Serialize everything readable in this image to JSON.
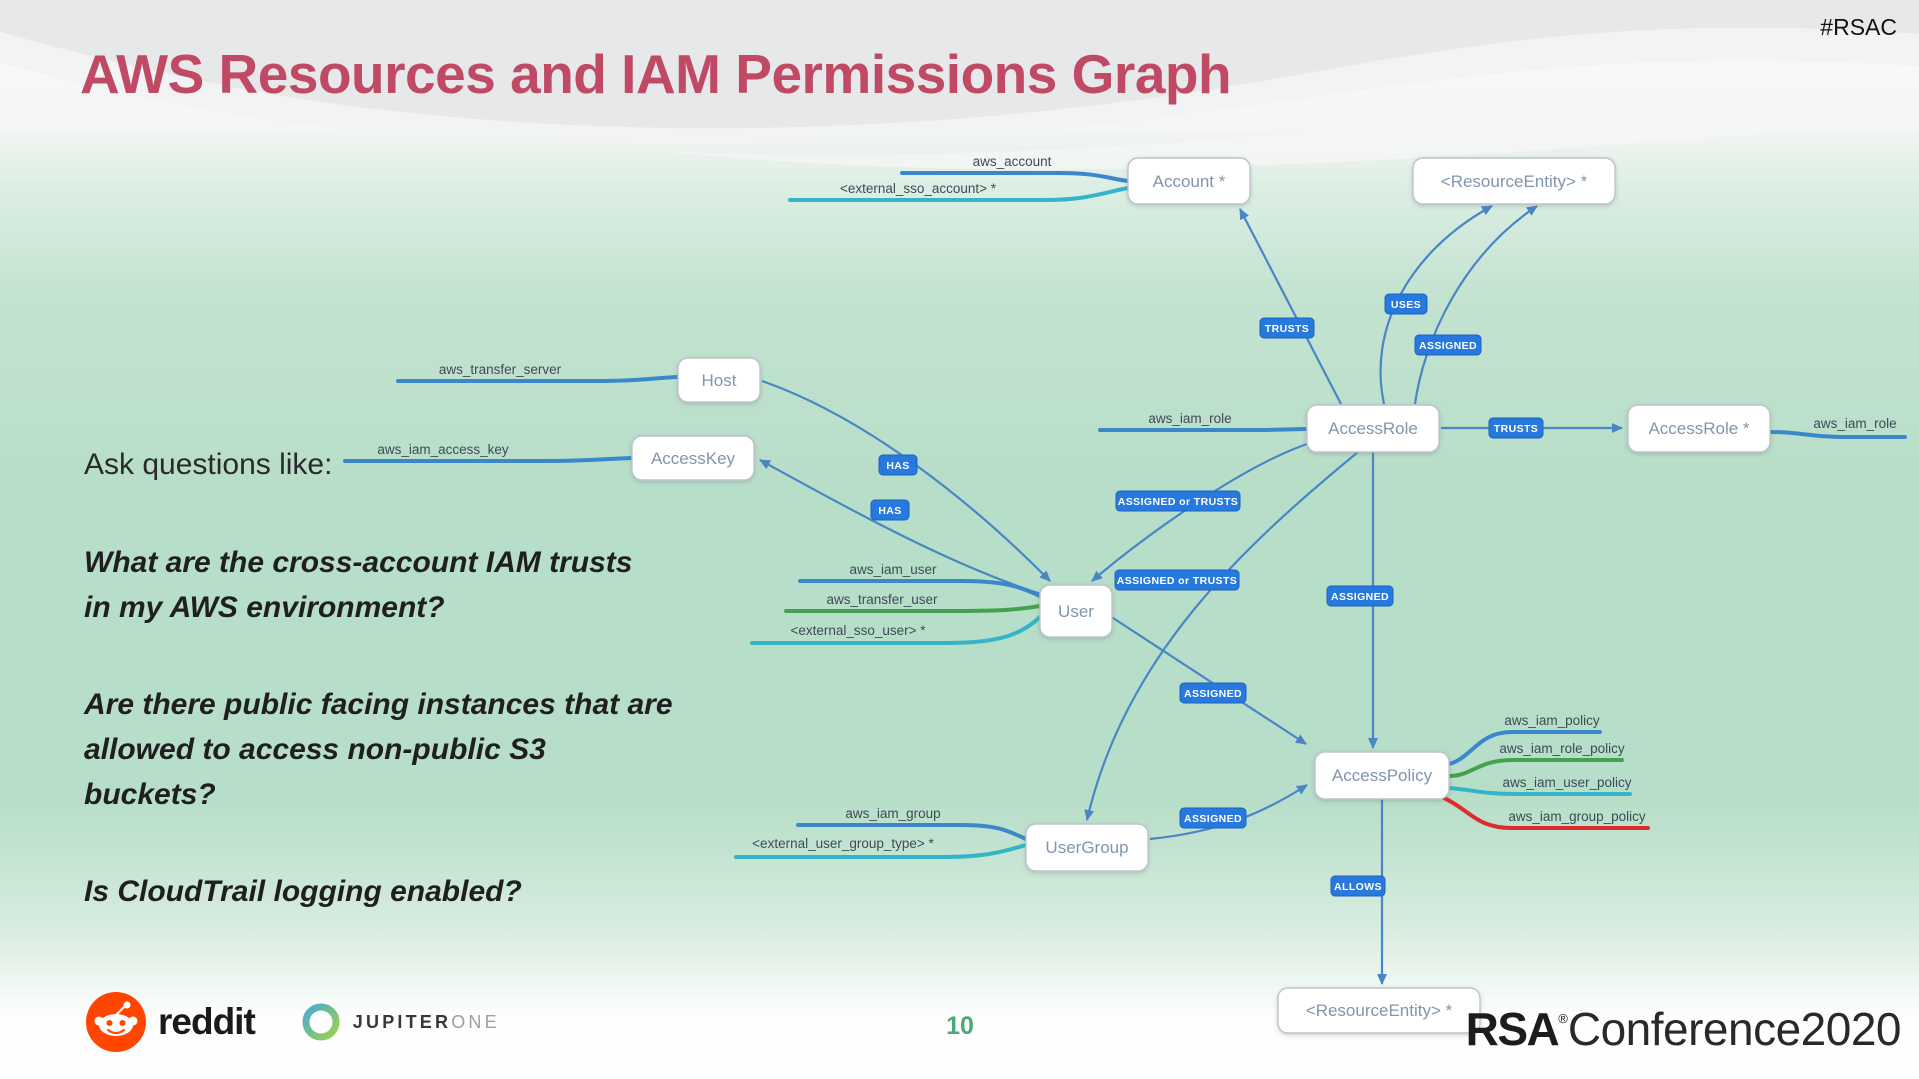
{
  "slide": {
    "hashtag": "#RSAC",
    "title": "AWS Resources and IAM Permissions Graph",
    "page_number": "10"
  },
  "questions": {
    "intro": "Ask questions like:",
    "q1_line1": "What are the cross-account IAM trusts",
    "q1_line2": "in my AWS environment?",
    "q2_line1": "Are there public facing instances that are",
    "q2_line2": "allowed to access non-public S3 buckets?",
    "q3": "Is CloudTrail logging enabled?"
  },
  "footer": {
    "reddit": "reddit",
    "jupiter_bold": "JUPITER",
    "jupiter_light": "ONE",
    "rsa": "RSA",
    "rsa_reg": "®",
    "conference": "Conference2020"
  },
  "colors": {
    "mint_background": "#b7dec8",
    "title_crimson": "#c04a64",
    "edge_blue": "#4a86c5",
    "chip_blue": "#2879dd",
    "line_blue": "#3b87cc",
    "line_green": "#44a14e",
    "line_teal": "#35b4c8",
    "line_red": "#dd2c2c",
    "page_green": "#4fa678",
    "reddit_orange": "#ff4500"
  },
  "graph": {
    "nodes": {
      "account": "Account *",
      "resource_entity_top": "<ResourceEntity> *",
      "host": "Host",
      "access_key": "AccessKey",
      "access_role": "AccessRole",
      "access_role_right": "AccessRole *",
      "user": "User",
      "access_policy": "AccessPolicy",
      "user_group": "UserGroup",
      "resource_entity_bottom": "<ResourceEntity> *"
    },
    "edge_labels": {
      "trusts_account": "TRUSTS",
      "uses": "USES",
      "assigned_resource": "ASSIGNED",
      "trusts_role": "TRUSTS",
      "has_host": "HAS",
      "has_key": "HAS",
      "assigned_or_trusts_user": "ASSIGNED or TRUSTS",
      "assigned_or_trusts_group": "ASSIGNED or TRUSTS",
      "assigned_role_policy": "ASSIGNED",
      "assigned_user_policy": "ASSIGNED",
      "assigned_group_policy": "ASSIGNED",
      "allows": "ALLOWS"
    },
    "property_labels": {
      "aws_account": "aws_account",
      "external_sso_account": "<external_sso_account> *",
      "aws_transfer_server": "aws_transfer_server",
      "aws_iam_access_key": "aws_iam_access_key",
      "aws_iam_role_left": "aws_iam_role",
      "aws_iam_role_right": "aws_iam_role",
      "aws_iam_user": "aws_iam_user",
      "aws_transfer_user": "aws_transfer_user",
      "external_sso_user": "<external_sso_user> *",
      "aws_iam_policy": "aws_iam_policy",
      "aws_iam_role_policy": "aws_iam_role_policy",
      "aws_iam_user_policy": "aws_iam_user_policy",
      "aws_iam_group_policy": "aws_iam_group_policy",
      "aws_iam_group": "aws_iam_group",
      "external_user_group_type": "<external_user_group_type> *"
    }
  }
}
